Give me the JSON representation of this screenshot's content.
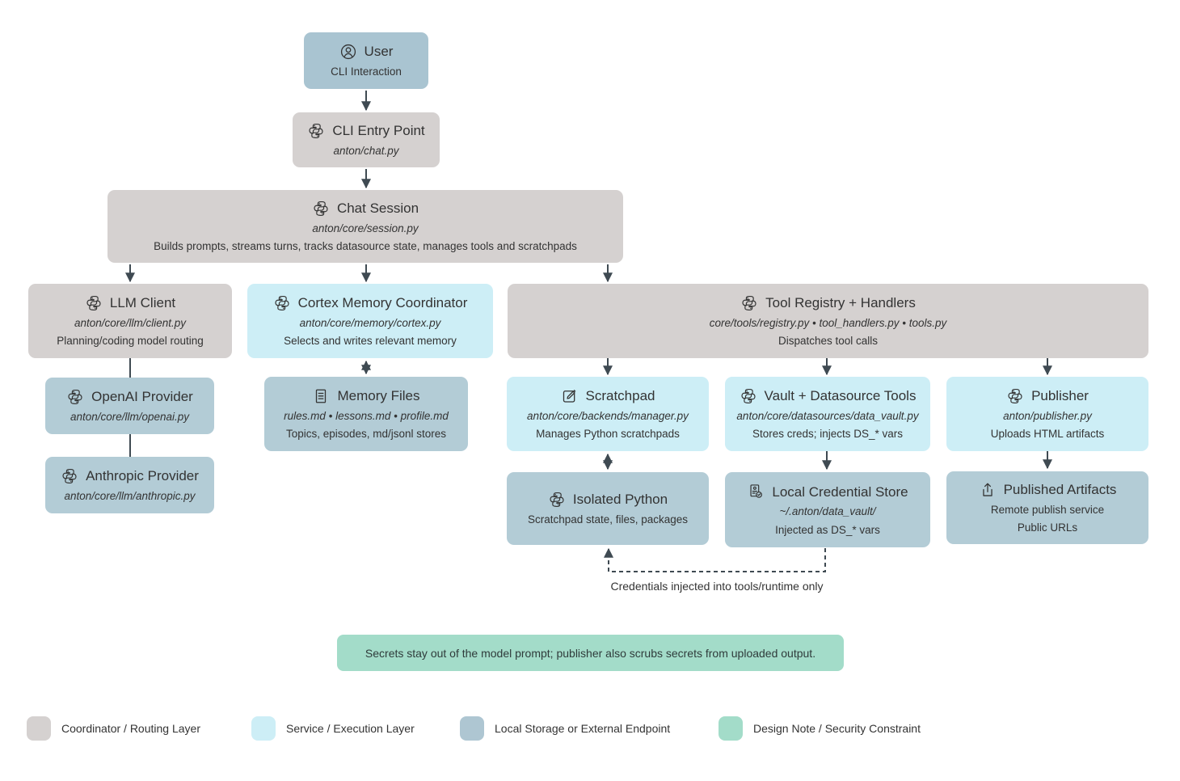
{
  "nodes": {
    "user": {
      "icon": "user-icon",
      "title": "User",
      "subtitle": "CLI Interaction"
    },
    "cli_entry": {
      "icon": "python-icon",
      "title": "CLI Entry Point",
      "path": "anton/chat.py"
    },
    "chat_session": {
      "icon": "python-icon",
      "title": "Chat Session",
      "path": "anton/core/session.py",
      "desc": "Builds prompts, streams turns, tracks datasource state, manages tools and scratchpads"
    },
    "llm_client": {
      "icon": "python-icon",
      "title": "LLM Client",
      "path": "anton/core/llm/client.py",
      "desc": "Planning/coding model routing"
    },
    "cortex": {
      "icon": "python-icon",
      "title": "Cortex Memory Coordinator",
      "path": "anton/core/memory/cortex.py",
      "desc": "Selects and writes relevant memory"
    },
    "tool_registry": {
      "icon": "python-icon",
      "title": "Tool Registry + Handlers",
      "path": "core/tools/registry.py • tool_handlers.py • tools.py",
      "desc": "Dispatches tool calls"
    },
    "openai_provider": {
      "icon": "python-icon",
      "title": "OpenAI Provider",
      "path": "anton/core/llm/openai.py"
    },
    "anthropic_provider": {
      "icon": "python-icon",
      "title": "Anthropic Provider",
      "path": "anton/core/llm/anthropic.py"
    },
    "memory_files": {
      "icon": "note-icon",
      "title": "Memory Files",
      "path": "rules.md • lessons.md • profile.md",
      "desc": "Topics, episodes, md/jsonl stores"
    },
    "scratchpad": {
      "icon": "pencil-square-icon",
      "title": "Scratchpad",
      "path": "anton/core/backends/manager.py",
      "desc": "Manages Python scratchpads"
    },
    "vault": {
      "icon": "python-icon",
      "title": "Vault + Datasource Tools",
      "path": "anton/core/datasources/data_vault.py",
      "desc": "Stores creds; injects DS_* vars"
    },
    "publisher": {
      "icon": "python-icon",
      "title": "Publisher",
      "path": "anton/publisher.py",
      "desc": "Uploads HTML artifacts"
    },
    "isolated_python": {
      "icon": "python-icon",
      "title": "Isolated Python",
      "desc": "Scratchpad state, files, packages"
    },
    "credential_store": {
      "icon": "id-badge-check-icon",
      "title": "Local Credential Store",
      "path": "~/.anton/data_vault/",
      "desc": "Injected as DS_* vars"
    },
    "published_artifacts": {
      "icon": "share-up-icon",
      "title": "Published Artifacts",
      "desc": "Remote publish service",
      "desc2": "Public URLs"
    }
  },
  "edge_labels": {
    "credentials_note": "Credentials injected into tools/runtime only"
  },
  "security_note": "Secrets stay out of the model prompt; publisher also scrubs secrets from uploaded output.",
  "legend": {
    "items": [
      {
        "label": "Coordinator / Routing Layer",
        "color": "#d5d1d0"
      },
      {
        "label": "Service / Execution Layer",
        "color": "#cdeef6"
      },
      {
        "label": "Local Storage or External Endpoint",
        "color": "#aec6d2"
      },
      {
        "label": "Design Note / Security Constraint",
        "color": "#a3dcc9"
      }
    ]
  },
  "colors": {
    "coordinator": "#d5d1d0",
    "service": "#cdeef6",
    "storage": "#b3ccd6",
    "endpoint": "#a9c4d1",
    "note": "#a3dcc9",
    "text": "#333333",
    "connector": "#3f4a52",
    "background": "#ffffff"
  }
}
